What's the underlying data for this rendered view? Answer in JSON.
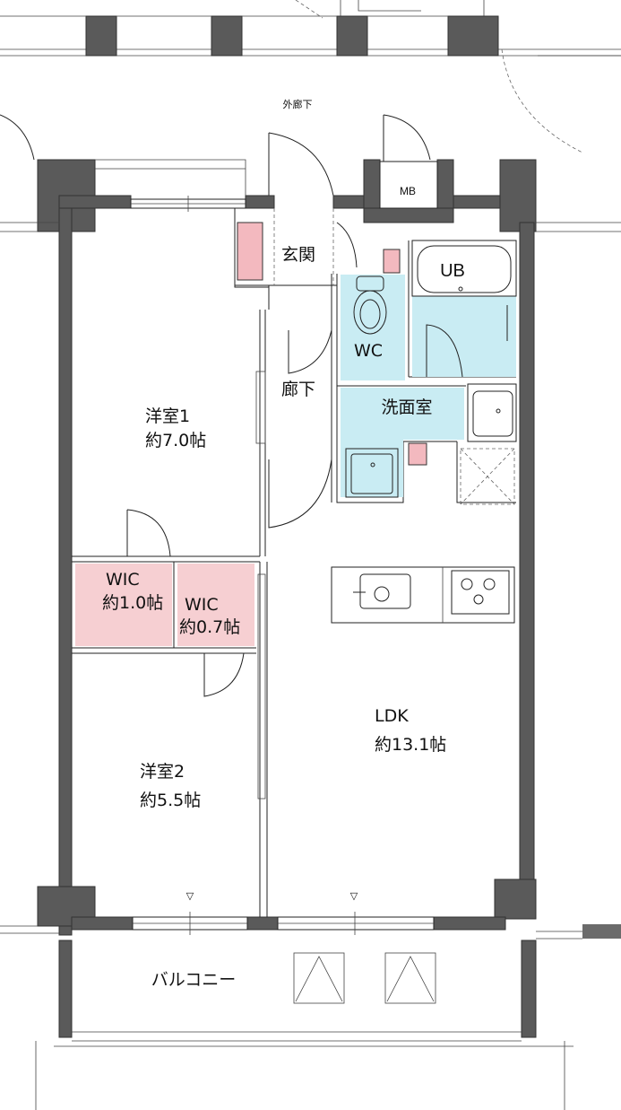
{
  "plan": {
    "outer_corridor": "外廊下",
    "meter_box": "MB",
    "entrance": "玄関",
    "hallway": "廊下",
    "wc": "WC",
    "bath": "UB",
    "washroom": "洗面室",
    "room1": {
      "name": "洋室1",
      "size": "約7.0帖"
    },
    "room2": {
      "name": "洋室2",
      "size": "約5.5帖"
    },
    "wic1": {
      "name": "WIC",
      "size": "約1.0帖"
    },
    "wic2": {
      "name": "WIC",
      "size": "約0.7帖"
    },
    "ldk": {
      "name": "LDK",
      "size": "約13.1帖"
    },
    "balcony": "バルコニー",
    "window_marker": "▽"
  },
  "colors": {
    "wall": "#5a5a5a",
    "wet_area": "#c9ecf3",
    "storage": "#f6cfd2",
    "pipe_space": "#f3b9bf"
  }
}
